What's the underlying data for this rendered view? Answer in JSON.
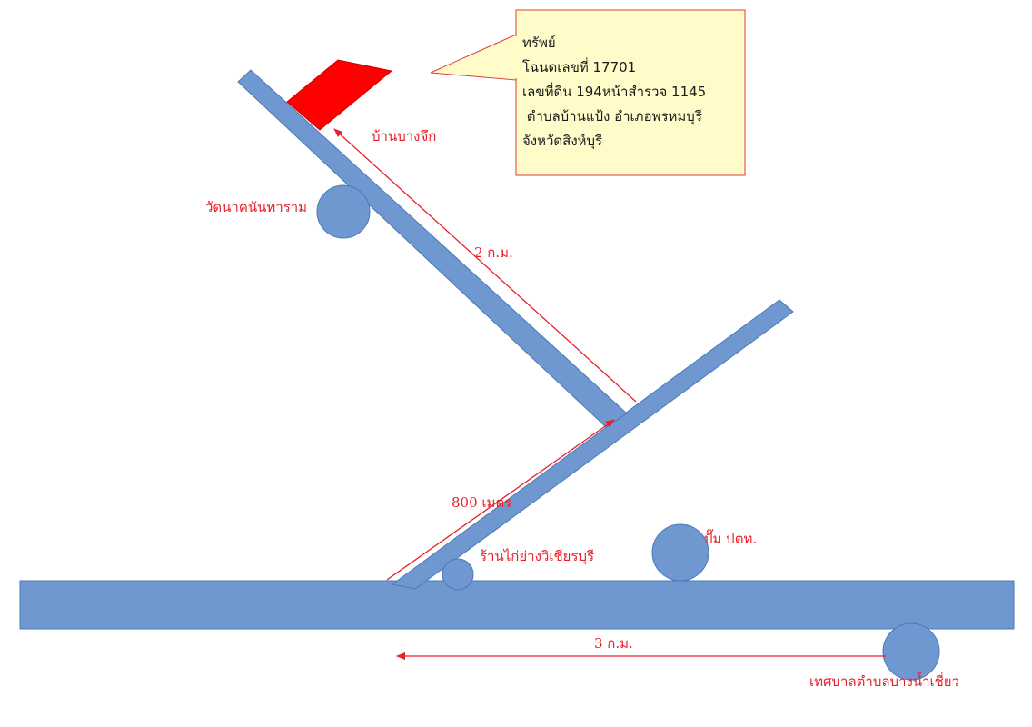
{
  "colors": {
    "road": "#6e98cf",
    "road_stroke": "#4c7ab8",
    "landmark": "#6e98cf",
    "parcel": "#ff0000",
    "annotation": "#e8202a",
    "callout_fill": "#fffcc9",
    "callout_border": "#e23a3a"
  },
  "property_callout": {
    "lines": [
      "ทรัพย์",
      "โฉนดเลขที่ 17701",
      "เลขที่ดิน 194หน้าสำรวจ 1145",
      " ตำบลบ้านแป้ง อำเภอพรหมบุรี",
      "จังหวัดสิงห์บุรี"
    ]
  },
  "labels": {
    "ban_bang_juek": "บ้านบางจึก",
    "wat": "วัดนาคนันทาราม",
    "dist_2km": "2 ก.ม.",
    "dist_800m": "800 เมตร",
    "restaurant": "ร้านไก่ย่างวิเชียรบุรี",
    "gas_station": "ปั๊ม ปตท.",
    "dist_3km": "3 ก.ม.",
    "municipality": "เทศบาลตำบลบางน้ำเชี่ยว"
  },
  "icons": {
    "parcel": "land-parcel-marker",
    "landmark": "circle-landmark-marker",
    "arrow": "red-arrow"
  }
}
